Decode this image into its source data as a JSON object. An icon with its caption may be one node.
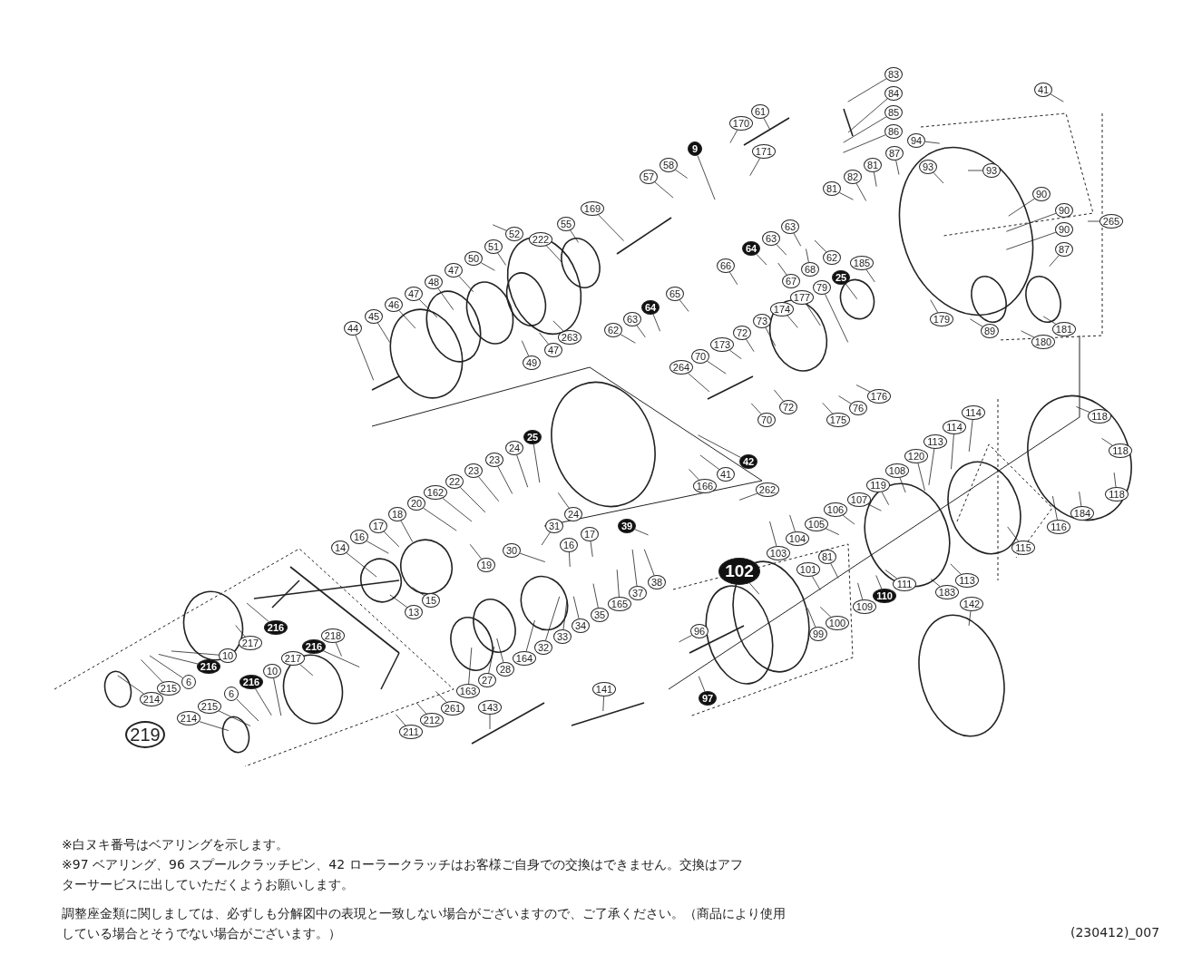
{
  "diagram": {
    "nodes": [
      {
        "text": [
          "83"
        ]
      },
      {
        "text": [
          "84"
        ]
      },
      {
        "text": [
          "85"
        ]
      },
      {
        "text": [
          "86"
        ]
      },
      {
        "text": [
          "41"
        ]
      },
      {
        "text": [
          "61"
        ]
      },
      {
        "text": [
          "170"
        ]
      },
      {
        "text": [
          "9"
        ]
      },
      {
        "text": [
          "171"
        ]
      },
      {
        "text": [
          "94"
        ]
      },
      {
        "text": [
          "87"
        ]
      },
      {
        "text": [
          "58"
        ]
      },
      {
        "text": [
          "57"
        ]
      },
      {
        "text": [
          "81"
        ]
      },
      {
        "text": [
          "93"
        ]
      },
      {
        "text": [
          "93"
        ]
      },
      {
        "text": [
          "82"
        ]
      },
      {
        "text": [
          "81"
        ]
      },
      {
        "text": [
          "169"
        ]
      },
      {
        "text": [
          "52"
        ]
      },
      {
        "text": [
          "222"
        ]
      },
      {
        "text": [
          "55"
        ]
      },
      {
        "text": [
          "51"
        ]
      },
      {
        "text": [
          "63"
        ]
      },
      {
        "text": [
          "63"
        ]
      },
      {
        "text": [
          "64"
        ]
      },
      {
        "text": [
          "50"
        ]
      },
      {
        "text": [
          "90"
        ]
      },
      {
        "text": [
          "90"
        ]
      },
      {
        "text": [
          "90"
        ]
      },
      {
        "text": [
          "87"
        ]
      },
      {
        "text": [
          "265"
        ]
      },
      {
        "text": [
          "62"
        ]
      },
      {
        "text": [
          "68"
        ]
      },
      {
        "text": [
          "67"
        ]
      },
      {
        "text": [
          "66"
        ]
      },
      {
        "text": [
          "47"
        ]
      },
      {
        "text": [
          "48"
        ]
      },
      {
        "text": [
          "47"
        ]
      },
      {
        "text": [
          "46"
        ]
      },
      {
        "text": [
          "45"
        ]
      },
      {
        "text": [
          "44"
        ]
      },
      {
        "text": [
          "185"
        ]
      },
      {
        "text": [
          "25"
        ]
      },
      {
        "text": [
          "65"
        ]
      },
      {
        "text": [
          "64"
        ]
      },
      {
        "text": [
          "63"
        ]
      },
      {
        "text": [
          "62"
        ]
      },
      {
        "text": [
          "79"
        ]
      },
      {
        "text": [
          "177"
        ]
      },
      {
        "text": [
          "174"
        ]
      },
      {
        "text": [
          "73"
        ]
      },
      {
        "text": [
          "72"
        ]
      },
      {
        "text": [
          "173"
        ]
      },
      {
        "text": [
          "70"
        ]
      },
      {
        "text": [
          "264"
        ]
      },
      {
        "text": [
          "263"
        ]
      },
      {
        "text": [
          "47"
        ]
      },
      {
        "text": [
          "49"
        ]
      },
      {
        "text": [
          "179"
        ]
      },
      {
        "text": [
          "89"
        ]
      },
      {
        "text": [
          "180"
        ]
      },
      {
        "text": [
          "181"
        ]
      },
      {
        "text": [
          "72"
        ]
      },
      {
        "text": [
          "70"
        ]
      },
      {
        "text": [
          "76"
        ]
      },
      {
        "text": [
          "176"
        ]
      },
      {
        "text": [
          "175"
        ]
      },
      {
        "text": [
          "25"
        ]
      },
      {
        "text": [
          "24"
        ]
      },
      {
        "text": [
          "23"
        ]
      },
      {
        "text": [
          "23"
        ]
      },
      {
        "text": [
          "22"
        ]
      },
      {
        "text": [
          "162"
        ]
      },
      {
        "text": [
          "20"
        ]
      },
      {
        "text": [
          "18"
        ]
      },
      {
        "text": [
          "17"
        ]
      },
      {
        "text": [
          "16"
        ]
      },
      {
        "text": [
          "14"
        ]
      },
      {
        "text": [
          "19"
        ]
      },
      {
        "text": [
          "15"
        ]
      },
      {
        "text": [
          "13"
        ]
      },
      {
        "text": [
          "24"
        ]
      },
      {
        "text": [
          "42"
        ]
      },
      {
        "text": [
          "41"
        ]
      },
      {
        "text": [
          "166"
        ]
      },
      {
        "text": [
          "262"
        ]
      },
      {
        "text": [
          "39"
        ]
      },
      {
        "text": [
          "31"
        ]
      },
      {
        "text": [
          "17"
        ]
      },
      {
        "text": [
          "30"
        ]
      },
      {
        "text": [
          "16"
        ]
      },
      {
        "text": [
          "38"
        ]
      },
      {
        "text": [
          "37"
        ]
      },
      {
        "text": [
          "165"
        ]
      },
      {
        "text": [
          "35"
        ]
      },
      {
        "text": [
          "34"
        ]
      },
      {
        "text": [
          "33"
        ]
      },
      {
        "text": [
          "32"
        ]
      },
      {
        "text": [
          "164"
        ]
      },
      {
        "text": [
          "28"
        ]
      },
      {
        "text": [
          "27"
        ]
      },
      {
        "text": [
          "163"
        ]
      },
      {
        "text": [
          "118"
        ]
      },
      {
        "text": [
          "118"
        ]
      },
      {
        "text": [
          "118"
        ]
      },
      {
        "text": [
          "114"
        ]
      },
      {
        "text": [
          "114"
        ]
      },
      {
        "text": [
          "113"
        ]
      },
      {
        "text": [
          "120"
        ]
      },
      {
        "text": [
          "108"
        ]
      },
      {
        "text": [
          "119"
        ]
      },
      {
        "text": [
          "107"
        ]
      },
      {
        "text": [
          "106"
        ]
      },
      {
        "text": [
          "105"
        ]
      },
      {
        "text": [
          "104"
        ]
      },
      {
        "text": [
          "103"
        ]
      },
      {
        "text": [
          "116"
        ]
      },
      {
        "text": [
          "184"
        ]
      },
      {
        "text": [
          "115"
        ]
      },
      {
        "text": [
          "102"
        ]
      },
      {
        "text": [
          "101"
        ]
      },
      {
        "text": [
          "81"
        ]
      },
      {
        "text": [
          "113"
        ]
      },
      {
        "text": [
          "111"
        ]
      },
      {
        "text": [
          "110"
        ]
      },
      {
        "text": [
          "183"
        ]
      },
      {
        "text": [
          "109"
        ]
      },
      {
        "text": [
          "142"
        ]
      },
      {
        "text": [
          "100"
        ]
      },
      {
        "text": [
          "99"
        ]
      },
      {
        "text": [
          "96"
        ]
      },
      {
        "text": [
          "97"
        ]
      },
      {
        "text": [
          "141"
        ]
      },
      {
        "text": [
          "143"
        ]
      },
      {
        "text": [
          "261"
        ]
      },
      {
        "text": [
          "212"
        ]
      },
      {
        "text": [
          "211"
        ]
      },
      {
        "text": [
          "216"
        ]
      },
      {
        "text": [
          "217"
        ]
      },
      {
        "text": [
          "10"
        ]
      },
      {
        "text": [
          "216"
        ]
      },
      {
        "text": [
          "6"
        ]
      },
      {
        "text": [
          "218"
        ]
      },
      {
        "text": [
          "216"
        ]
      },
      {
        "text": [
          "217"
        ]
      },
      {
        "text": [
          "215"
        ]
      },
      {
        "text": [
          "214"
        ]
      },
      {
        "text": [
          "216"
        ]
      },
      {
        "text": [
          "10"
        ]
      },
      {
        "text": [
          "6"
        ]
      },
      {
        "text": [
          "215"
        ]
      },
      {
        "text": [
          "214"
        ]
      }
    ],
    "edges": [
      {
        "from": 0,
        "to": null,
        "arrow": "none"
      },
      {
        "from": 1,
        "to": null,
        "arrow": "none"
      },
      {
        "from": 2,
        "to": null,
        "arrow": "none"
      },
      {
        "from": 3,
        "to": null,
        "arrow": "none"
      },
      {
        "from": 4,
        "to": null,
        "arrow": "none"
      },
      {
        "from": 5,
        "to": null,
        "arrow": "none"
      },
      {
        "from": 6,
        "to": null,
        "arrow": "none"
      },
      {
        "from": 7,
        "to": null,
        "arrow": "none"
      },
      {
        "from": 8,
        "to": null,
        "arrow": "none"
      },
      {
        "from": 9,
        "to": null,
        "arrow": "none"
      },
      {
        "from": 10,
        "to": null,
        "arrow": "none"
      },
      {
        "from": 11,
        "to": null,
        "arrow": "none"
      },
      {
        "from": 12,
        "to": null,
        "arrow": "none"
      },
      {
        "from": 13,
        "to": null,
        "arrow": "none"
      },
      {
        "from": 14,
        "to": null,
        "arrow": "none"
      },
      {
        "from": 15,
        "to": null,
        "arrow": "none"
      },
      {
        "from": 16,
        "to": null,
        "arrow": "none"
      },
      {
        "from": 17,
        "to": null,
        "arrow": "none"
      },
      {
        "from": 18,
        "to": null,
        "arrow": "none"
      },
      {
        "from": 19,
        "to": null,
        "arrow": "none"
      },
      {
        "from": 20,
        "to": null,
        "arrow": "none"
      },
      {
        "from": 21,
        "to": null,
        "arrow": "none"
      },
      {
        "from": 22,
        "to": null,
        "arrow": "none"
      },
      {
        "from": 23,
        "to": null,
        "arrow": "none"
      },
      {
        "from": 24,
        "to": null,
        "arrow": "none"
      },
      {
        "from": 25,
        "to": null,
        "arrow": "none"
      },
      {
        "from": 26,
        "to": null,
        "arrow": "none"
      },
      {
        "from": 27,
        "to": null,
        "arrow": "none"
      },
      {
        "from": 28,
        "to": null,
        "arrow": "none"
      },
      {
        "from": 29,
        "to": null,
        "arrow": "none"
      },
      {
        "from": 30,
        "to": null,
        "arrow": "none"
      },
      {
        "from": 31,
        "to": null,
        "arrow": "none"
      },
      {
        "from": 32,
        "to": null,
        "arrow": "none"
      },
      {
        "from": 33,
        "to": null,
        "arrow": "none"
      },
      {
        "from": 34,
        "to": null,
        "arrow": "none"
      },
      {
        "from": 35,
        "to": null,
        "arrow": "none"
      },
      {
        "from": 36,
        "to": null,
        "arrow": "none"
      },
      {
        "from": 37,
        "to": null,
        "arrow": "none"
      },
      {
        "from": 38,
        "to": null,
        "arrow": "none"
      },
      {
        "from": 39,
        "to": null,
        "arrow": "none"
      },
      {
        "from": 40,
        "to": null,
        "arrow": "none"
      },
      {
        "from": 41,
        "to": null,
        "arrow": "none"
      },
      {
        "from": 42,
        "to": null,
        "arrow": "none"
      },
      {
        "from": 43,
        "to": null,
        "arrow": "none"
      },
      {
        "from": 44,
        "to": null,
        "arrow": "none"
      },
      {
        "from": 45,
        "to": null,
        "arrow": "none"
      },
      {
        "from": 46,
        "to": null,
        "arrow": "none"
      },
      {
        "from": 47,
        "to": null,
        "arrow": "none"
      },
      {
        "from": 48,
        "to": null,
        "arrow": "none"
      },
      {
        "from": 49,
        "to": null,
        "arrow": "none"
      },
      {
        "from": 50,
        "to": null,
        "arrow": "none"
      },
      {
        "from": 51,
        "to": null,
        "arrow": "none"
      },
      {
        "from": 52,
        "to": null,
        "arrow": "none"
      },
      {
        "from": 53,
        "to": null,
        "arrow": "none"
      },
      {
        "from": 54,
        "to": null,
        "arrow": "none"
      },
      {
        "from": 55,
        "to": null,
        "arrow": "none"
      },
      {
        "from": 56,
        "to": null,
        "arrow": "none"
      },
      {
        "from": 57,
        "to": null,
        "arrow": "none"
      },
      {
        "from": 58,
        "to": null,
        "arrow": "none"
      },
      {
        "from": 59,
        "to": null,
        "arrow": "none"
      },
      {
        "from": 60,
        "to": null,
        "arrow": "none"
      },
      {
        "from": 61,
        "to": null,
        "arrow": "none"
      },
      {
        "from": 62,
        "to": null,
        "arrow": "none"
      },
      {
        "from": 63,
        "to": null,
        "arrow": "none"
      },
      {
        "from": 64,
        "to": null,
        "arrow": "none"
      },
      {
        "from": 65,
        "to": null,
        "arrow": "none"
      },
      {
        "from": 66,
        "to": null,
        "arrow": "none"
      },
      {
        "from": 67,
        "to": null,
        "arrow": "none"
      },
      {
        "from": 68,
        "to": null,
        "arrow": "none"
      },
      {
        "from": 69,
        "to": null,
        "arrow": "none"
      },
      {
        "from": 70,
        "to": null,
        "arrow": "none"
      },
      {
        "from": 71,
        "to": null,
        "arrow": "none"
      },
      {
        "from": 72,
        "to": null,
        "arrow": "none"
      },
      {
        "from": 73,
        "to": null,
        "arrow": "none"
      },
      {
        "from": 74,
        "to": null,
        "arrow": "none"
      },
      {
        "from": 75,
        "to": null,
        "arrow": "none"
      },
      {
        "from": 76,
        "to": null,
        "arrow": "none"
      },
      {
        "from": 77,
        "to": null,
        "arrow": "none"
      },
      {
        "from": 78,
        "to": null,
        "arrow": "none"
      },
      {
        "from": 79,
        "to": null,
        "arrow": "none"
      },
      {
        "from": 80,
        "to": null,
        "arrow": "none"
      },
      {
        "from": 81,
        "to": null,
        "arrow": "none"
      },
      {
        "from": 82,
        "to": null,
        "arrow": "none"
      },
      {
        "from": 83,
        "to": null,
        "arrow": "none"
      },
      {
        "from": 84,
        "to": null,
        "arrow": "none"
      },
      {
        "from": 85,
        "to": null,
        "arrow": "none"
      },
      {
        "from": 86,
        "to": null,
        "arrow": "none"
      },
      {
        "from": 87,
        "to": null,
        "arrow": "none"
      },
      {
        "from": 88,
        "to": null,
        "arrow": "none"
      },
      {
        "from": 89,
        "to": null,
        "arrow": "none"
      },
      {
        "from": 90,
        "to": null,
        "arrow": "none"
      },
      {
        "from": 91,
        "to": null,
        "arrow": "none"
      },
      {
        "from": 92,
        "to": null,
        "arrow": "none"
      },
      {
        "from": 93,
        "to": null,
        "arrow": "none"
      },
      {
        "from": 94,
        "to": null,
        "arrow": "none"
      },
      {
        "from": 95,
        "to": null,
        "arrow": "none"
      },
      {
        "from": 96,
        "to": null,
        "arrow": "none"
      },
      {
        "from": 97,
        "to": null,
        "arrow": "none"
      },
      {
        "from": 98,
        "to": null,
        "arrow": "none"
      },
      {
        "from": 99,
        "to": null,
        "arrow": "none"
      },
      {
        "from": 100,
        "to": null,
        "arrow": "none"
      },
      {
        "from": 101,
        "to": null,
        "arrow": "none"
      },
      {
        "from": 102,
        "to": null,
        "arrow": "none"
      },
      {
        "from": 103,
        "to": null,
        "arrow": "none"
      },
      {
        "from": 104,
        "to": null,
        "arrow": "none"
      },
      {
        "from": 105,
        "to": null,
        "arrow": "none"
      },
      {
        "from": 106,
        "to": null,
        "arrow": "none"
      },
      {
        "from": 107,
        "to": null,
        "arrow": "none"
      },
      {
        "from": 108,
        "to": null,
        "arrow": "none"
      },
      {
        "from": 109,
        "to": null,
        "arrow": "none"
      },
      {
        "from": 110,
        "to": null,
        "arrow": "none"
      },
      {
        "from": 111,
        "to": null,
        "arrow": "none"
      },
      {
        "from": 112,
        "to": null,
        "arrow": "none"
      },
      {
        "from": 113,
        "to": null,
        "arrow": "none"
      },
      {
        "from": 114,
        "to": null,
        "arrow": "none"
      },
      {
        "from": 115,
        "to": null,
        "arrow": "none"
      },
      {
        "from": 116,
        "to": null,
        "arrow": "none"
      },
      {
        "from": 117,
        "to": null,
        "arrow": "none"
      },
      {
        "from": 118,
        "to": null,
        "arrow": "none"
      },
      {
        "from": 119,
        "to": null,
        "arrow": "none"
      },
      {
        "from": 120,
        "to": null,
        "arrow": "none"
      },
      {
        "from": 121,
        "to": null,
        "arrow": "none"
      },
      {
        "from": 122,
        "to": null,
        "arrow": "none"
      },
      {
        "from": 123,
        "to": null,
        "arrow": "none"
      },
      {
        "from": 124,
        "to": null,
        "arrow": "none"
      },
      {
        "from": 125,
        "to": null,
        "arrow": "none"
      },
      {
        "from": 126,
        "to": null,
        "arrow": "none"
      },
      {
        "from": 127,
        "to": null,
        "arrow": "none"
      },
      {
        "from": 128,
        "to": null,
        "arrow": "none"
      },
      {
        "from": 129,
        "to": null,
        "arrow": "none"
      },
      {
        "from": 130,
        "to": null,
        "arrow": "none"
      },
      {
        "from": 131,
        "to": null,
        "arrow": "none"
      },
      {
        "from": 132,
        "to": null,
        "arrow": "none"
      },
      {
        "from": 133,
        "to": null,
        "arrow": "none"
      },
      {
        "from": 134,
        "to": null,
        "arrow": "none"
      },
      {
        "from": 135,
        "to": null,
        "arrow": "none"
      },
      {
        "from": 136,
        "to": null,
        "arrow": "none"
      },
      {
        "from": 137,
        "to": null,
        "arrow": "none"
      },
      {
        "from": 138,
        "to": null,
        "arrow": "none"
      },
      {
        "from": 139,
        "to": null,
        "arrow": "none"
      },
      {
        "from": 140,
        "to": null,
        "arrow": "none"
      },
      {
        "from": 141,
        "to": null,
        "arrow": "none"
      },
      {
        "from": 142,
        "to": null,
        "arrow": "none"
      },
      {
        "from": 143,
        "to": null,
        "arrow": "none"
      },
      {
        "from": 144,
        "to": null,
        "arrow": "none"
      },
      {
        "from": 145,
        "to": null,
        "arrow": "none"
      },
      {
        "from": 146,
        "to": null,
        "arrow": "none"
      },
      {
        "from": 147,
        "to": null,
        "arrow": "none"
      },
      {
        "from": 148,
        "to": null,
        "arrow": "none"
      },
      {
        "from": 149,
        "to": null,
        "arrow": "none"
      },
      {
        "from": 150,
        "to": null,
        "arrow": "none"
      },
      {
        "from": 151,
        "to": null,
        "arrow": "none"
      },
      {
        "from": 152,
        "to": null,
        "arrow": "none"
      }
    ],
    "labels": [
      "219",
      "※白ヌキ番号はベアリングを示します。",
      "※97 ベアリング、96 スプールクラッチピン、42 ローラークラッチはお客様ご自身での交換はできません。交換はアフターサービスに出していただくようお願いします。",
      "調整座金類に関しましては、必ずしも分解図中の表現と一致しない場合がございますので、ご了承ください。（商品により使用している場合とそうでない場合がございます。）",
      "(230412)_007"
    ]
  }
}
